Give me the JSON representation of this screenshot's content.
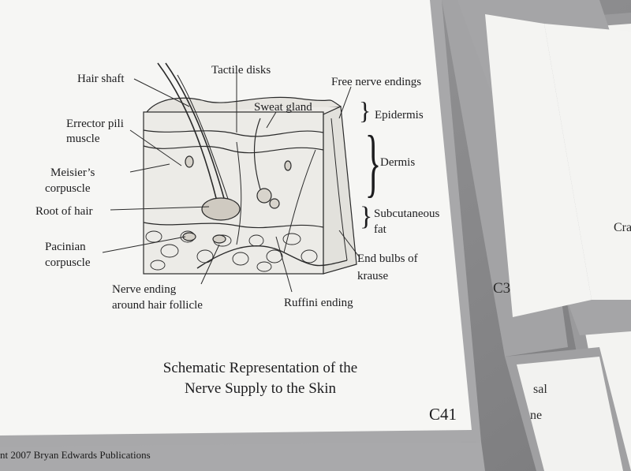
{
  "card": {
    "title_line1": "Schematic Representation of the",
    "title_line2": "Nerve Supply to the Skin",
    "card_id": "C41",
    "footer": "nt 2007 Bryan Edwards Publications"
  },
  "labels": {
    "hair_shaft": "Hair shaft",
    "tactile_disks": "Tactile disks",
    "free_nerve_endings": "Free nerve endings",
    "sweat_gland": "Sweat gland",
    "epidermis": "Epidermis",
    "errector_pili_1": "Errector pili",
    "errector_pili_2": "muscle",
    "dermis": "Dermis",
    "meisiers_1": "Meisier’s",
    "meisiers_2": "corpuscle",
    "root_of_hair": "Root of hair",
    "subcutaneous_1": "Subcutaneous",
    "subcutaneous_2": "fat",
    "pacinian_1": "Pacinian",
    "pacinian_2": "corpuscle",
    "end_bulbs_1": "End bulbs of",
    "end_bulbs_2": "krause",
    "nerve_ending_1": "Nerve ending",
    "nerve_ending_2": "around hair follicle",
    "ruffini": "Ruffini ending"
  },
  "background_cards": {
    "card_c3": "C3",
    "cranial_fragment": "Cranial",
    "sal_fragment": "sal",
    "ne_fragment": "ne"
  }
}
